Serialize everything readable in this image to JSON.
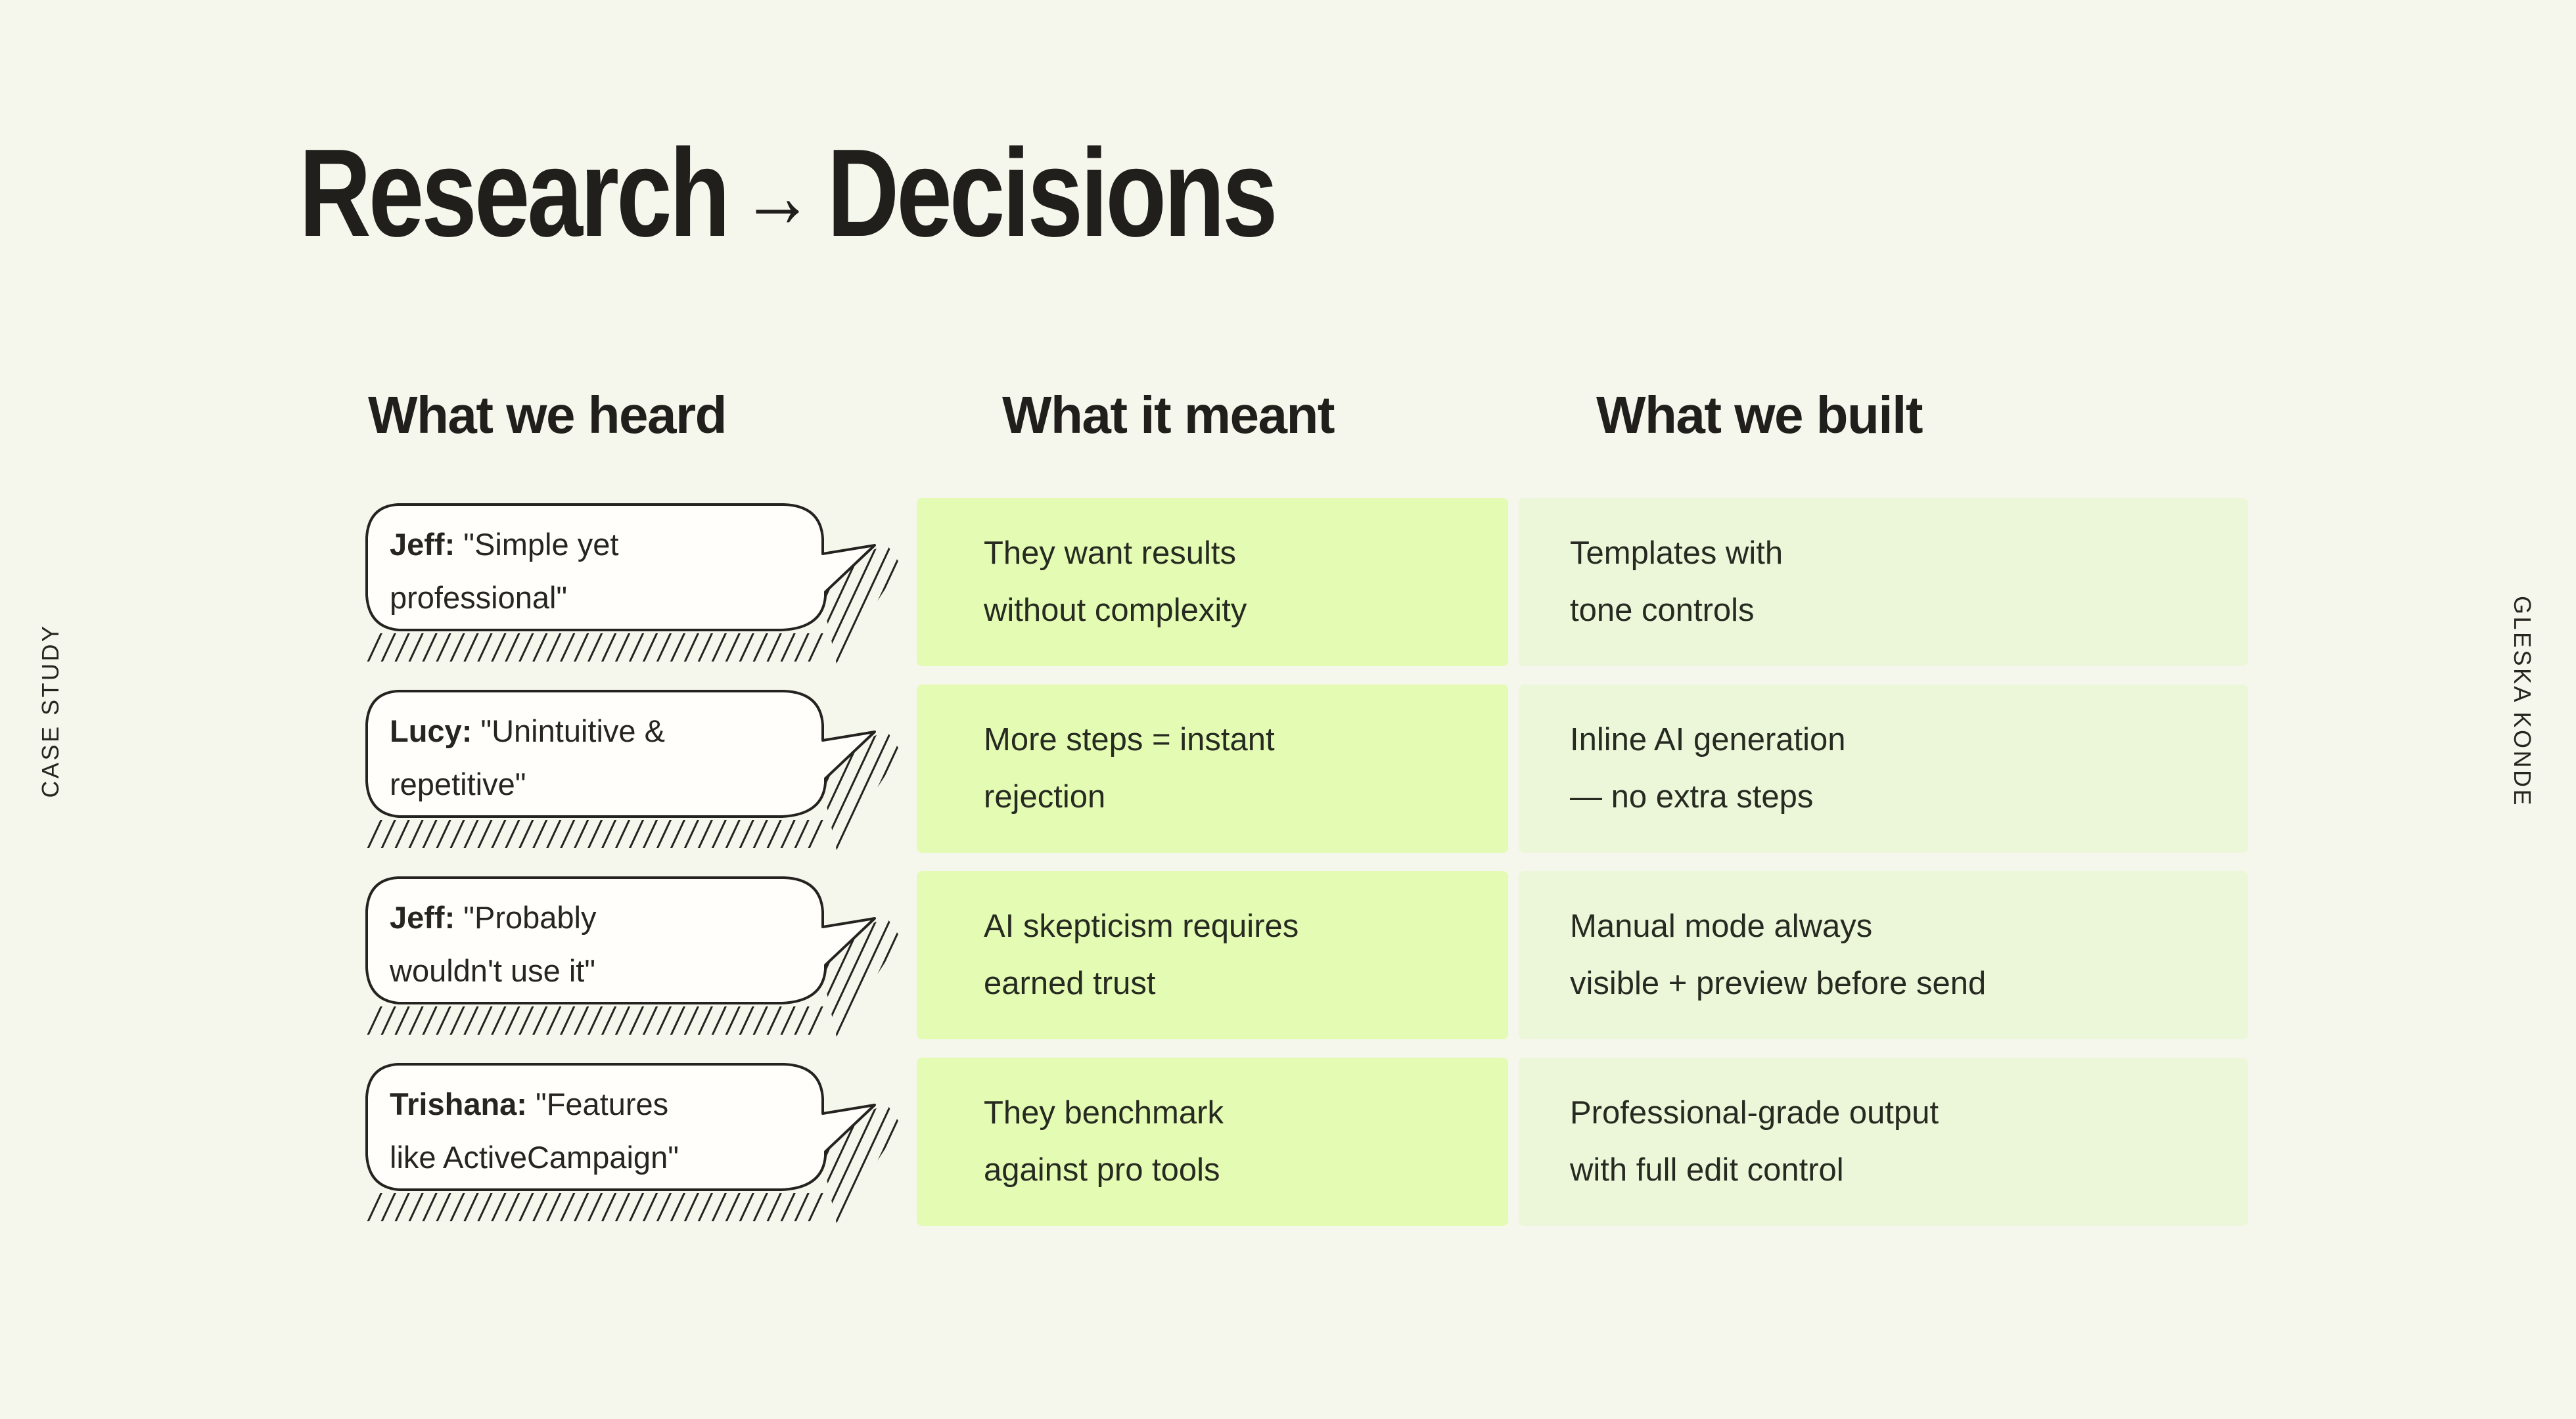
{
  "title": {
    "left": "Research",
    "arrow": "→",
    "right": "Decisions"
  },
  "side_labels": {
    "left": "CASE STUDY",
    "right": "GLESKA KONDE"
  },
  "columns": {
    "heard": "What we heard",
    "meant": "What it meant",
    "built": "What we built"
  },
  "rows": [
    {
      "speaker": "Jeff:",
      "quote": "\"Simple yet\nprofessional\"",
      "meant": "They want results\nwithout complexity",
      "built": "Templates with\ntone controls"
    },
    {
      "speaker": "Lucy:",
      "quote": "\"Unintuitive &\nrepetitive\"",
      "meant": "More steps = instant\nrejection",
      "built": "Inline AI generation\n— no extra steps"
    },
    {
      "speaker": "Jeff:",
      "quote": "\"Probably\nwouldn't use it\"",
      "meant": "AI skepticism requires\nearned trust",
      "built": "Manual mode always\nvisible + preview before send"
    },
    {
      "speaker": "Trishana:",
      "quote": "\"Features\nlike ActiveCampaign\"",
      "meant": "They benchmark\nagainst pro tools",
      "built": "Professional-grade output\nwith full edit control"
    }
  ],
  "colors": {
    "background": "#f5f6ec",
    "ink": "#24231f",
    "meant_box": "#e4fbb3",
    "built_box": "#ecf7da",
    "bubble_fill": "#fffefb",
    "bubble_stroke": "#24231f"
  }
}
